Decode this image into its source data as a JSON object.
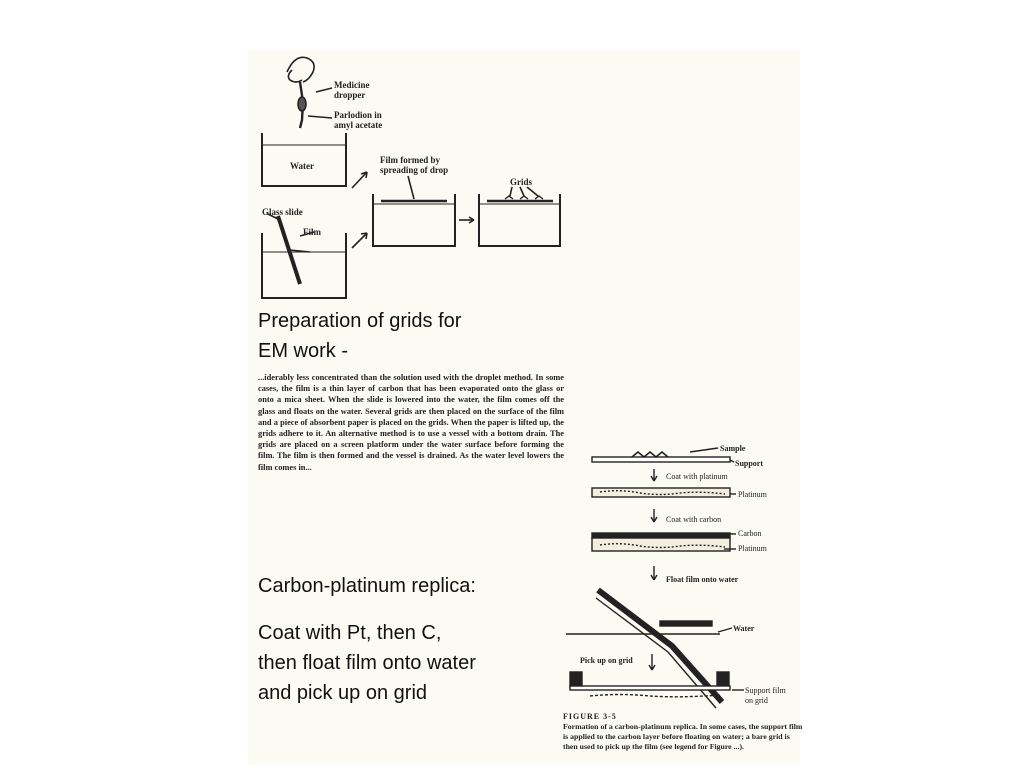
{
  "figure_top": {
    "labels": {
      "dropper": "Medicine\ndropper",
      "parlodion": "Parlodion in\namyl acetate",
      "water": "Water",
      "film_formed": "Film formed by\nspreading of drop",
      "grids": "Grids",
      "glass_slide": "Glass slide",
      "film": "Film"
    }
  },
  "captions": {
    "grids": "Preparation of grids for\nEM work -",
    "replica_title": "Carbon-platinum replica:",
    "replica_body": "Coat with Pt, then C,\nthen float film onto water\nand pick up on grid"
  },
  "scan_text": "...iderably less concentrated than the solution used with the droplet method. In some cases, the film is a thin layer of carbon that has been evaporated onto the glass or onto a mica sheet. When the slide is lowered into the water, the film comes off the glass and floats on the water. Several grids are then placed on the surface of the film and a piece of absorbent paper is placed on the grids. When the paper is lifted up, the grids adhere to it. An alternative method is to use a vessel with a bottom drain. The grids are placed on a screen platform under the water surface before forming the film. The film is then formed and the vessel is drained. As the water level lowers the film comes in...",
  "figure_right": {
    "labels": {
      "sample": "Sample",
      "support": "Support",
      "coat_platinum": "Coat with platinum",
      "platinum": "Platinum",
      "coat_carbon": "Coat with carbon",
      "carbon": "Carbon",
      "platinum2": "Platinum",
      "float": "Float film onto water",
      "water": "Water",
      "pickup": "Pick up on grid",
      "support_grid": "Support film\non grid"
    },
    "figure_number": "FIGURE 3-5",
    "figure_caption": "Formation of a carbon-platinum replica. In some cases, the support film is applied to the carbon layer before floating on water; a bare grid is then used to pick up the film (see legend for Figure ...)."
  }
}
